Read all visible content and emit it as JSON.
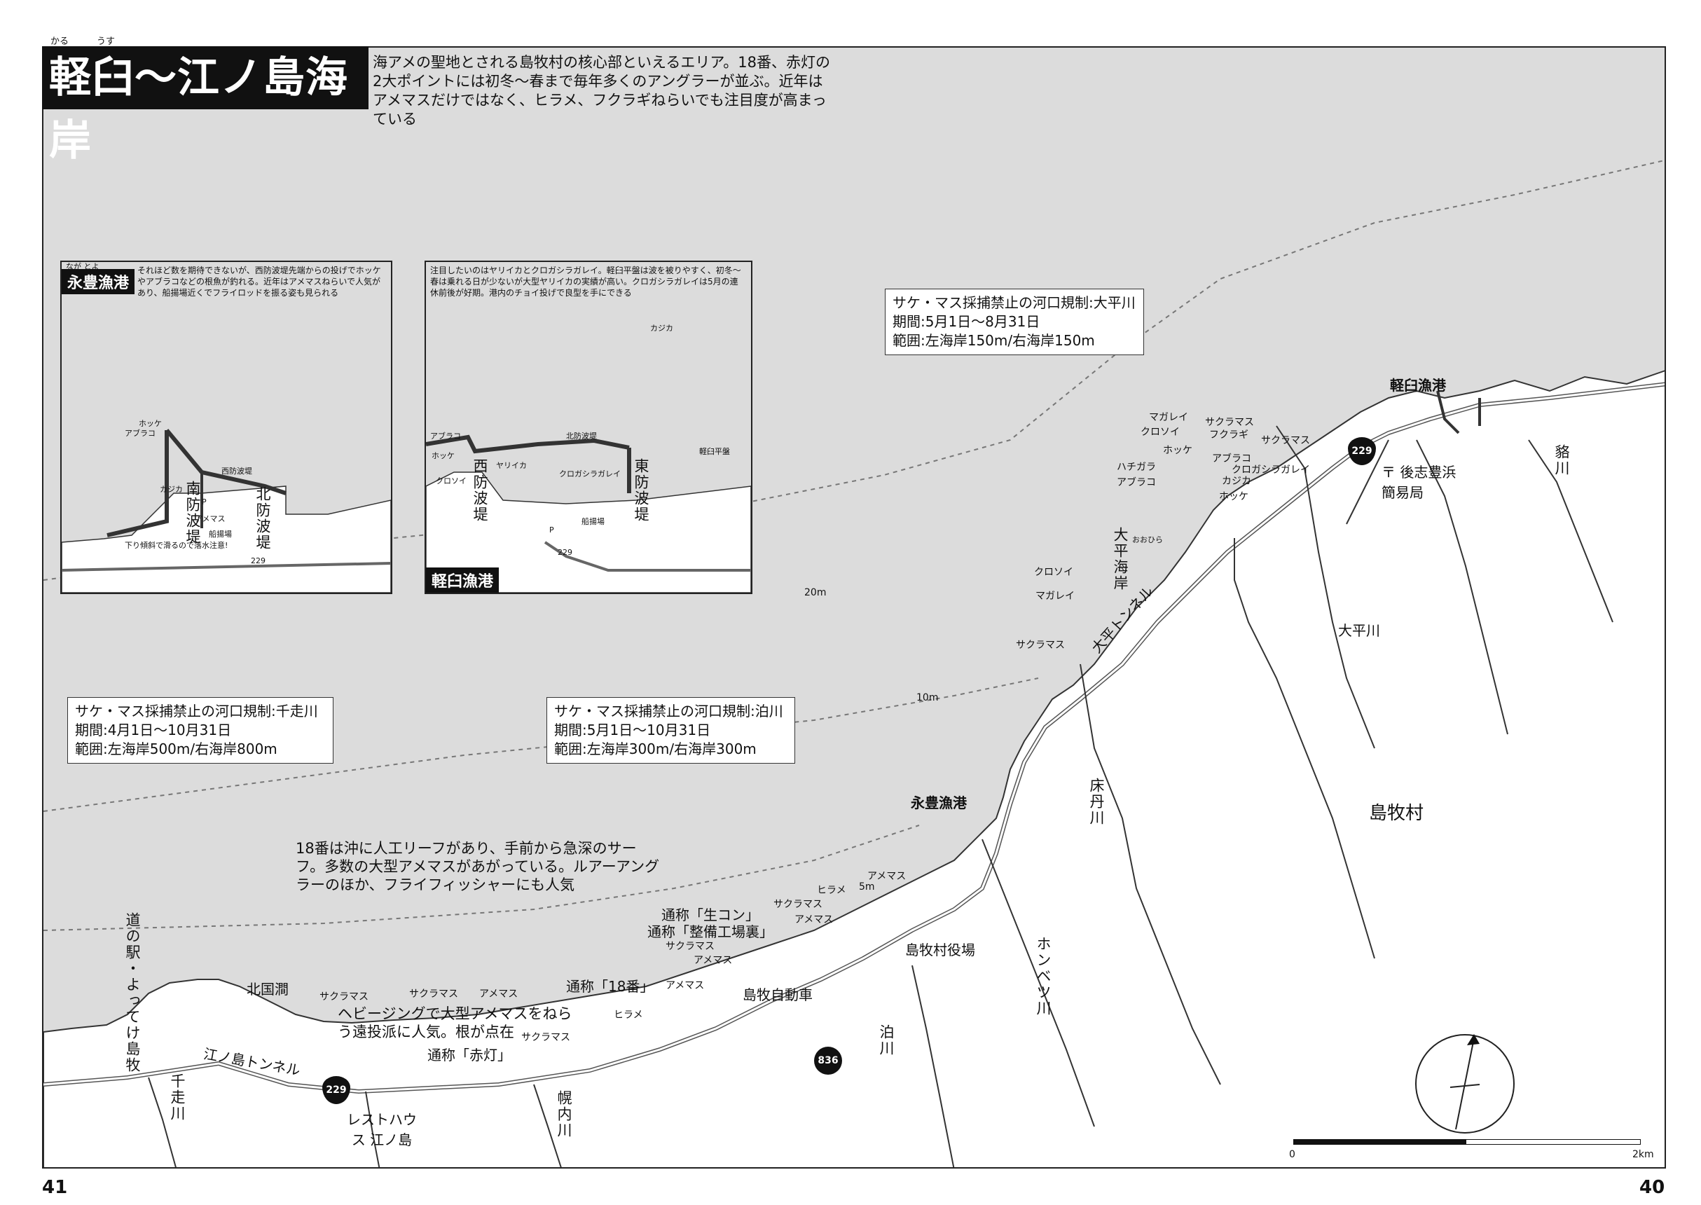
{
  "title": {
    "text": "軽臼〜江ノ島海岸",
    "ruby_karu": "かる",
    "ruby_usu": "うす"
  },
  "intro": "海アメの聖地とされる島牧村の核心部といえるエリア。18番、赤灯の2大ポイントには初冬〜春まで毎年多くのアングラーが並ぶ。近年はアメマスだけではなく、ヒラメ、フクラギねらいでも注目度が高まっている",
  "regulations": {
    "ohira": {
      "title": "サケ・マス採捕禁止の河口規制:大平川",
      "period": "期間:5月1日〜8月31日",
      "range": "範囲:左海岸150m/右海岸150m"
    },
    "chitose": {
      "title": "サケ・マス採捕禁止の河口規制:千走川",
      "period": "期間:4月1日〜10月31日",
      "range": "範囲:左海岸500m/右海岸800m"
    },
    "tomari": {
      "title": "サケ・マス採捕禁止の河口規制:泊川",
      "period": "期間:5月1日〜10月31日",
      "range": "範囲:左海岸300m/右海岸300m"
    }
  },
  "inset_nagatoyo": {
    "title": "永豊漁港",
    "ruby": "なが とよ",
    "caption": "それほど数を期待できないが、西防波堤先端からの投げでホッケやアブラコなどの根魚が釣れる。近年はアメマスねらいで人気があり、船揚場近くでフライロッドを振る姿も見られる",
    "labels": {
      "west": "西防波堤",
      "north": "北防波堤",
      "south": "南防波堤",
      "slip": "船揚場",
      "warn": "下り傾斜で滑るので落水注意!",
      "hokke": "ホッケ",
      "abura": "アブラコ",
      "kajika": "カジカ",
      "amemasu": "アメマス",
      "parking": "P",
      "route": "229"
    }
  },
  "inset_karuusu": {
    "title": "軽臼漁港",
    "caption": "注目したいのはヤリイカとクロガシラガレイ。軽臼平盤は波を被りやすく、初冬〜春は乗れる日が少ないが大型ヤリイカの実績が高い。クロガシラガレイは5月の連休前後が好期。港内のチョイ投げで良型を手にできる",
    "labels": {
      "north": "北防波堤",
      "east": "東防波堤",
      "west": "西防波堤",
      "slip": "船揚場",
      "flat": "軽臼平盤",
      "abura": "アブラコ",
      "hokke": "ホッケ",
      "kurosoi": "クロソイ",
      "kurogashira": "クロガシラガレイ",
      "yariika": "ヤリイカ",
      "kajika": "カジカ",
      "parking": "P",
      "route": "229"
    }
  },
  "places": {
    "karuusu_port": "軽臼漁港",
    "nagatoyo_port": "永豊漁港",
    "goshitoyohama": "〒 後志豊浜簡易局",
    "ohira_river": "大平川",
    "ohira_coast": "大平海岸",
    "ohira_ruby": "おおひら",
    "ohira_tunnel": "大平トンネル",
    "tokotan": "床丹川",
    "shimamaki": "島牧村",
    "honbetsu": "ホンベツ川",
    "tomari_river": "泊川",
    "office": "島牧村役場",
    "garage": "島牧自動車",
    "enoshima_tunnel": "江ノ島トンネル",
    "chiwase": "千走川",
    "horonai": "幌内川",
    "resthouse": "レストハウス 江ノ島",
    "michinoeki": "道の駅・よってけ島牧",
    "kitakuni": "北国澗",
    "rakko": "貉川",
    "road229": "229",
    "road836": "836"
  },
  "nicknames": {
    "namakon": "通称「生コン」",
    "seibi": "通称「整備工場裏」",
    "no18": "通称「18番」",
    "akato": "通称「赤灯」"
  },
  "notes": {
    "no18": "18番は沖に人工リーフがあり、手前から急深のサーフ。多数の大型アメマスがあがっている。ルアーアングラーのほか、フライフィッシャーにも人気",
    "akato": "ヘビージングで大型アメマスをねらう遠投派に人気。根が点在"
  },
  "fish": {
    "magarei": "マガレイ",
    "sakuramasu": "サクラマス",
    "kurosoi": "クロソイ",
    "fukuragi": "フクラギ",
    "hokke": "ホッケ",
    "hachigara": "ハチガラ",
    "aburako": "アブラコ",
    "kurogashira": "クロガシラガレイ",
    "kajika": "カジカ",
    "amemasu": "アメマス",
    "hirame": "ヒラメ"
  },
  "depths": {
    "d20": "20m",
    "d10": "10m",
    "d5": "5m"
  },
  "scale": {
    "zero": "0",
    "two": "2km"
  },
  "pages": {
    "left": "41",
    "right": "40"
  }
}
